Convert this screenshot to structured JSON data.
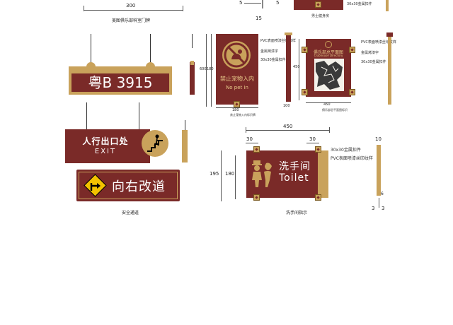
{
  "top": {
    "dim_300": "300",
    "club_label": "美图俱乐部科室门牌",
    "dim_5a": "5",
    "dim_5b": "5",
    "dim_15": "15",
    "note_top": "30x30金属扣件",
    "caption_top_right": "男士健身房"
  },
  "plate": {
    "text": "粤B 3915"
  },
  "exit_sign": {
    "zh": "人行出口处",
    "en": "EXIT"
  },
  "detour_sign": {
    "text": "向右改道"
  },
  "safety_caption": "安全通道",
  "pet_sign": {
    "zh": "禁止宠物入内",
    "en": "No pet in",
    "dim_height": "600",
    "dim_width": "180",
    "dim_side": "100",
    "note_1": "PVC表面喷漆丝印纹样",
    "note_2": "金属烤漆字",
    "note_3": "30x30金属扣件",
    "caption": "禁止宠物入内标识牌"
  },
  "map_sign": {
    "title": "俱乐部总平面图",
    "subtitle": "Clubhouse Directory",
    "dim_height": "450",
    "dim_width": "450",
    "note_1": "PVC表面喷漆丝印纹样",
    "note_2": "金属烤漆字",
    "note_3": "30x30金属扣件",
    "caption": "俱乐部总平面图标识"
  },
  "toilet_sign": {
    "zh": "洗手间",
    "en": "Toilet",
    "dim_450": "450",
    "dim_30a": "30",
    "dim_30b": "30",
    "dim_195": "195",
    "dim_180": "180",
    "dim_10": "10",
    "dim_6": "6",
    "dim_3a": "3",
    "dim_3b": "3",
    "note_1": "30x30金属扣件",
    "note_2": "PVC表面喷漆丝印纹样",
    "caption": "洗手间指示"
  },
  "colors": {
    "maroon": "#7a2a28",
    "gold": "#c9a25b",
    "yellow": "#f2c200"
  }
}
